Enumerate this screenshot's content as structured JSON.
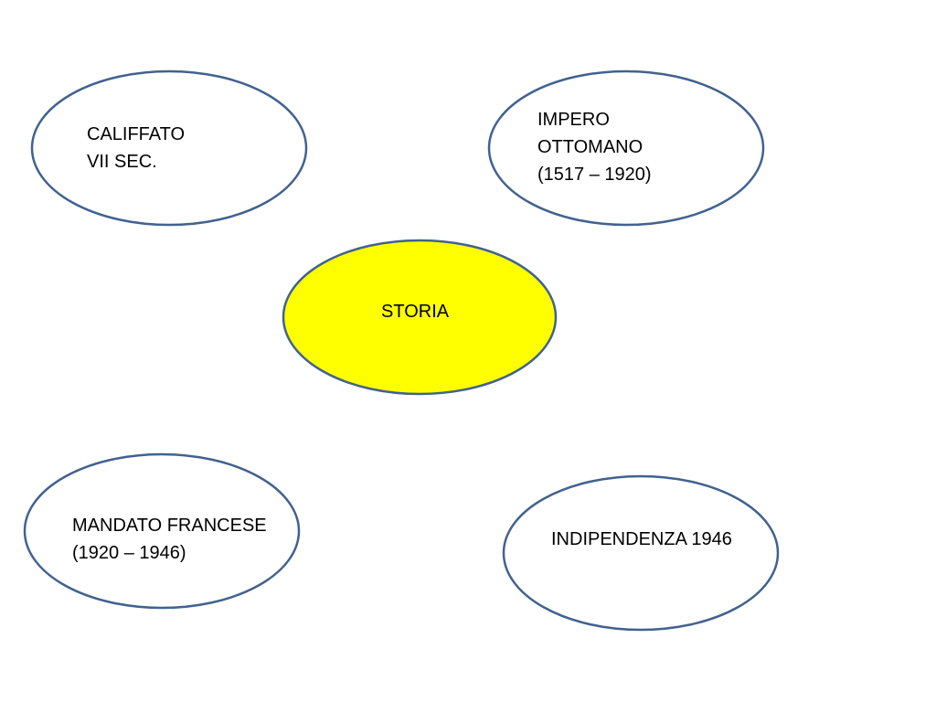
{
  "diagram": {
    "center": {
      "text": "STORIA",
      "fill": "#ffff00"
    },
    "nodes": [
      {
        "id": "califfato",
        "lines": [
          "CALIFFATO",
          "VII SEC."
        ]
      },
      {
        "id": "impero-ottomano",
        "lines": [
          "IMPERO",
          "OTTOMANO",
          "(1517 – 1920)"
        ]
      },
      {
        "id": "mandato-francese",
        "lines": [
          "MANDATO FRANCESE",
          "(1920 – 1946)"
        ]
      },
      {
        "id": "indipendenza",
        "lines": [
          "INDIPENDENZA 1946"
        ]
      }
    ],
    "colors": {
      "outline": "#41628f",
      "node_fill": "#ffffff",
      "text": "#000000"
    }
  }
}
